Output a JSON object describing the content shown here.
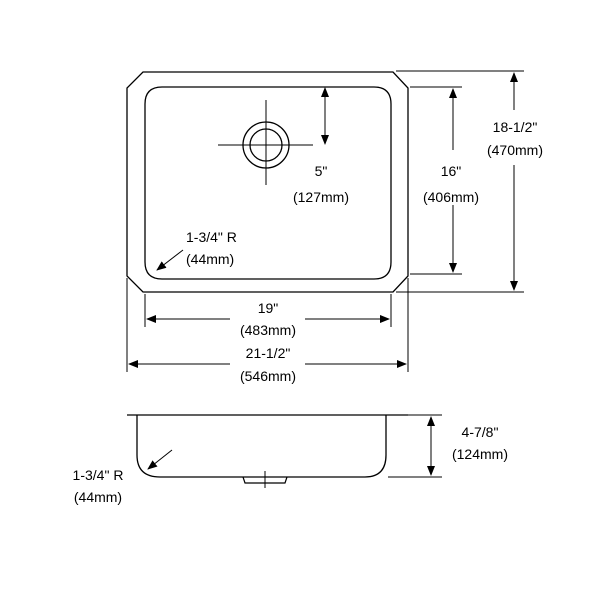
{
  "top_view": {
    "drain_offset": {
      "imperial": "5\"",
      "metric": "(127mm)"
    },
    "bowl_depth": {
      "imperial": "16\"",
      "metric": "(406mm)"
    },
    "overall_depth": {
      "imperial": "18-1/2\"",
      "metric": "(470mm)"
    },
    "corner_radius": {
      "imperial": "1-3/4\" R",
      "metric": "(44mm)"
    },
    "bowl_width": {
      "imperial": "19\"",
      "metric": "(483mm)"
    },
    "overall_width": {
      "imperial": "21-1/2\"",
      "metric": "(546mm)"
    }
  },
  "side_view": {
    "height": {
      "imperial": "4-7/8\"",
      "metric": "(124mm)"
    },
    "corner_radius": {
      "imperial": "1-3/4\" R",
      "metric": "(44mm)"
    }
  },
  "colors": {
    "line": "#000000",
    "background": "#ffffff"
  }
}
